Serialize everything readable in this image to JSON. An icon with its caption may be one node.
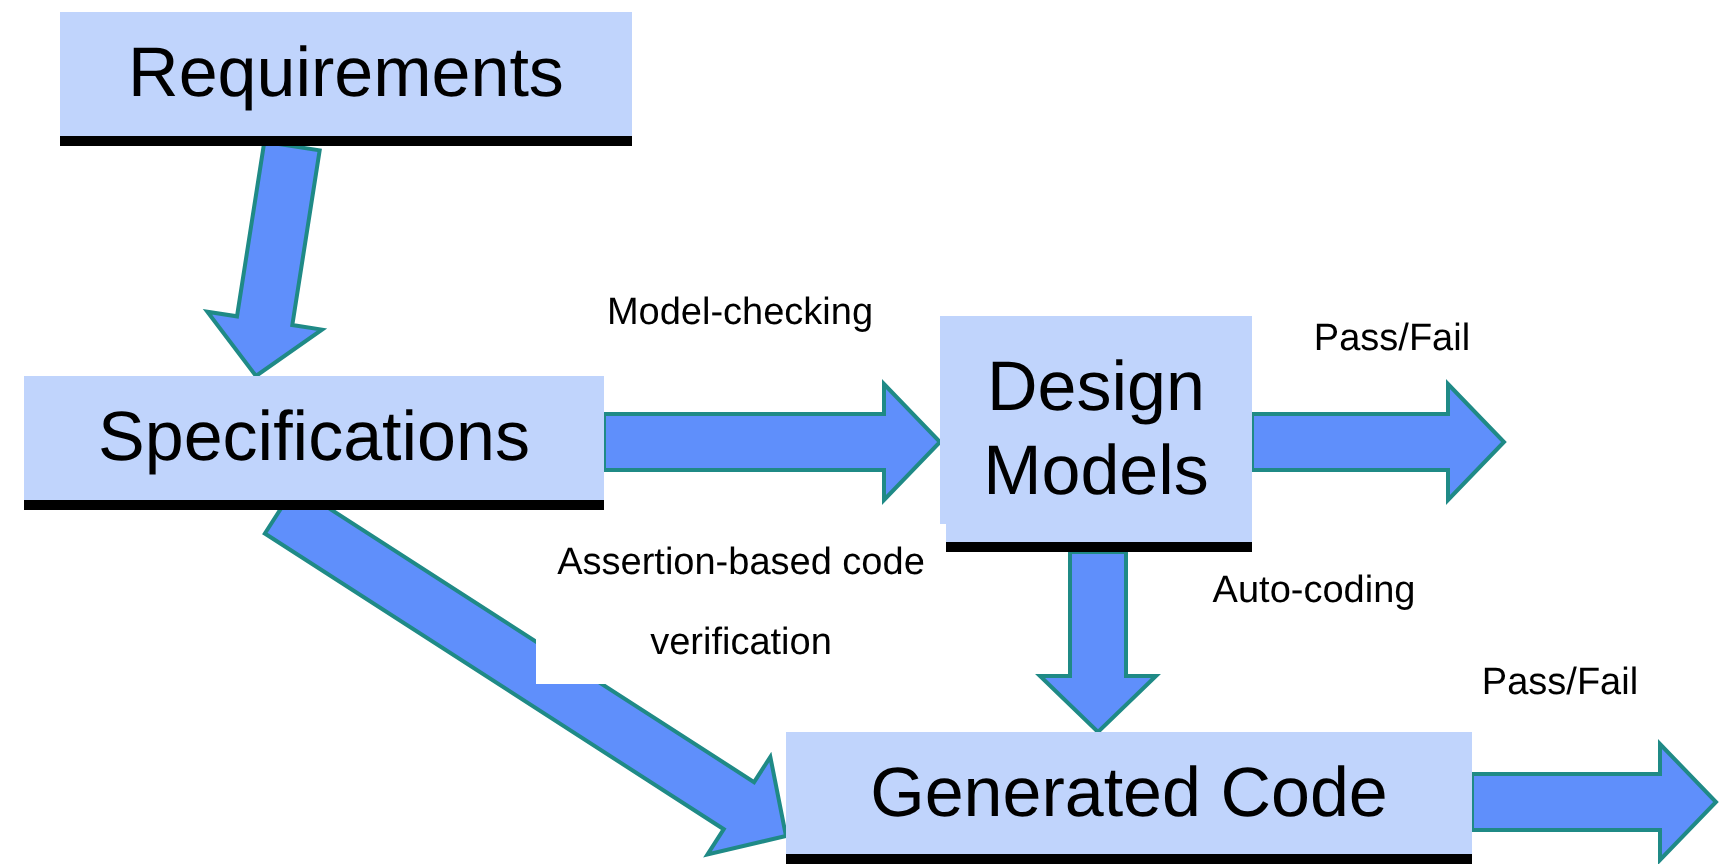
{
  "diagram": {
    "nodes": [
      {
        "text": [
          "Requirements"
        ]
      },
      {
        "text": [
          "Specifications"
        ]
      },
      {
        "text": [
          "Design Models"
        ]
      },
      {
        "text": [
          "Generated Code"
        ]
      }
    ],
    "edges": [
      {
        "from": 0,
        "to": 1,
        "arrow": "to"
      },
      {
        "from": 1,
        "to": 2,
        "arrow": "to",
        "label": "Model-checking"
      },
      {
        "from": 1,
        "to": 3,
        "arrow": "to",
        "label": "Assertion-based code verification"
      },
      {
        "from": 2,
        "to": 3,
        "arrow": "to",
        "label": "Auto-coding"
      },
      {
        "from": 2,
        "to": null,
        "arrow": "to",
        "label": "Pass/Fail"
      },
      {
        "from": 3,
        "to": null,
        "arrow": "to",
        "label": "Pass/Fail"
      }
    ]
  }
}
